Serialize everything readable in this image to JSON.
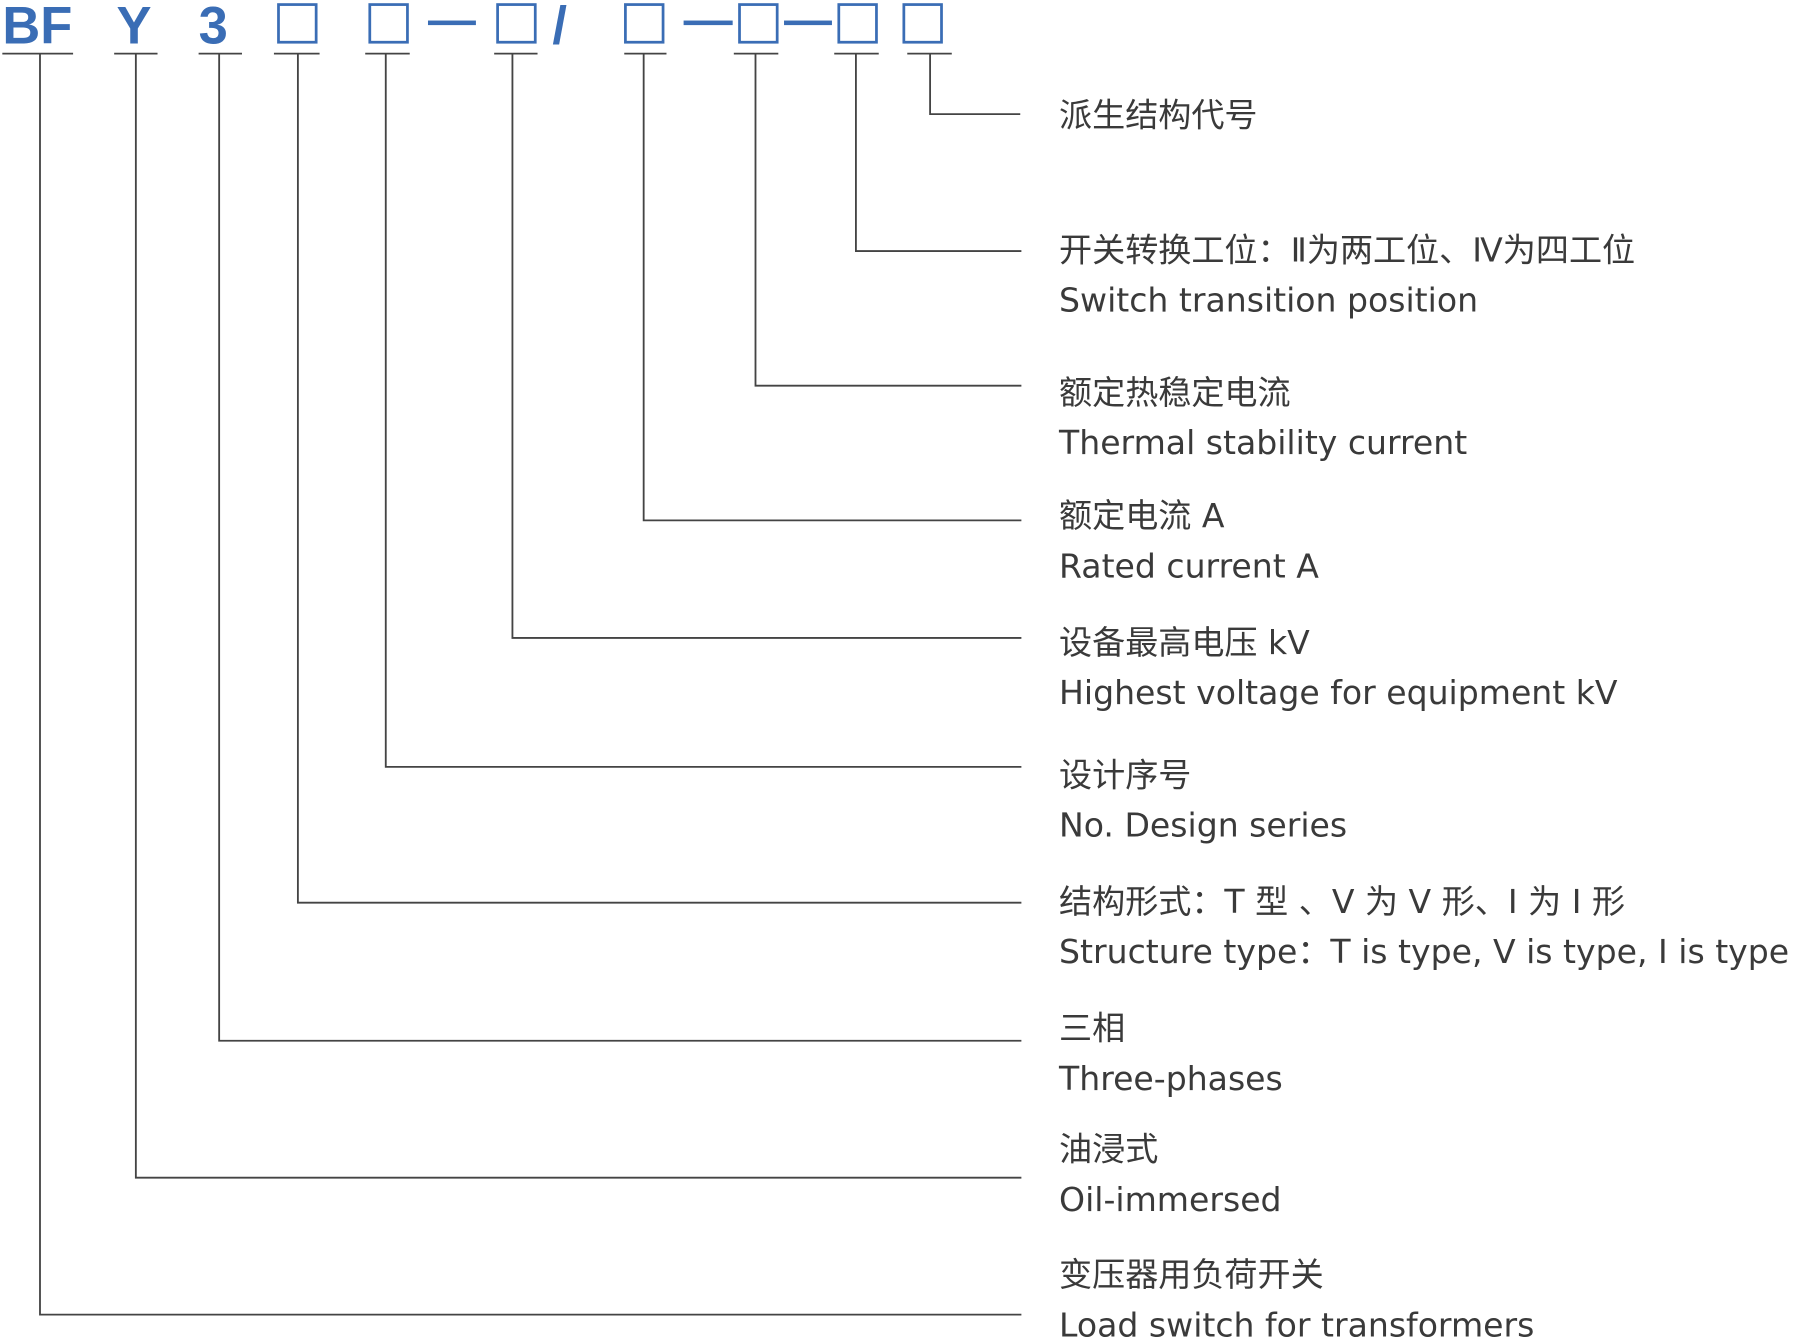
{
  "colors": {
    "accent": "#3a6db5",
    "line": "#444444",
    "text": "#3a3a3a"
  },
  "code": {
    "bf": "BF",
    "y": "Y",
    "three": "3",
    "slash": "/"
  },
  "items": [
    {
      "cn": "派生结构代号",
      "en": ""
    },
    {
      "cn": "开关转换工位：Ⅱ为两工位、Ⅳ为四工位",
      "en": "Switch transition position"
    },
    {
      "cn": "额定热稳定电流",
      "en": "Thermal stability current"
    },
    {
      "cn": "额定电流 A",
      "en": "Rated current A"
    },
    {
      "cn": "设备最高电压 kV",
      "en": "Highest voltage for equipment kV"
    },
    {
      "cn": "设计序号",
      "en": "No. Design series"
    },
    {
      "cn": "结构形式：T 型 、V 为 V 形、I 为 I 形",
      "en": "Structure type：T is type, V is type, I is type"
    },
    {
      "cn": "三相",
      "en": "Three-phases"
    },
    {
      "cn": "油浸式",
      "en": "Oil-immersed"
    },
    {
      "cn": "变压器用负荷开关",
      "en": "Load switch for transformers"
    }
  ]
}
